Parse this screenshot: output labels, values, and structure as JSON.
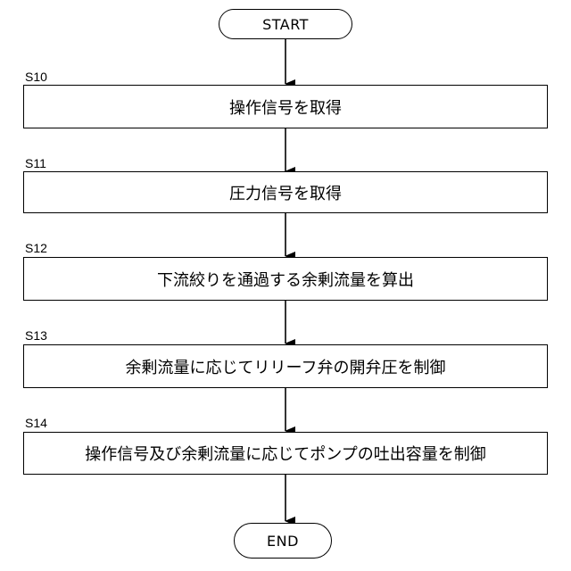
{
  "start_label": "START",
  "end_label": "END",
  "steps": [
    {
      "id": "S10",
      "text": "操作信号を取得"
    },
    {
      "id": "S11",
      "text": "圧力信号を取得"
    },
    {
      "id": "S12",
      "text": "下流絞りを通過する余剰流量を算出"
    },
    {
      "id": "S13",
      "text": "余剰流量に応じてリリーフ弁の開弁圧を制御"
    },
    {
      "id": "S14",
      "text": "操作信号及び余剰流量に応じてポンプの吐出容量を制御"
    }
  ],
  "colors": {
    "line": "#000000",
    "background": "#ffffff"
  }
}
